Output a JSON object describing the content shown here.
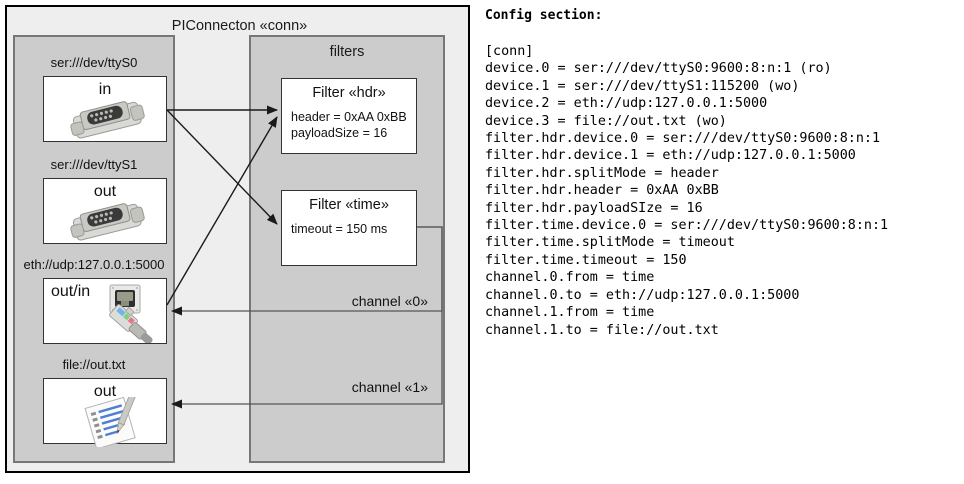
{
  "diagram": {
    "title": "PIConnecton «conn»",
    "devices_panel": {
      "devices": [
        {
          "label": "ser:///dev/ttyS0",
          "io": "in",
          "icon": "serial-port-icon"
        },
        {
          "label": "ser:///dev/ttyS1",
          "io": "out",
          "icon": "serial-port-icon"
        },
        {
          "label": "eth://udp:127.0.0.1:5000",
          "io": "out/in",
          "icon": "ethernet-plug-icon"
        },
        {
          "label": "file://out.txt",
          "io": "out",
          "icon": "text-file-pen-icon"
        }
      ]
    },
    "filters_panel": {
      "title": "filters",
      "filters": [
        {
          "title": "Filter «hdr»",
          "props": [
            "header = 0xAA 0xBB",
            "payloadSize = 16"
          ]
        },
        {
          "title": "Filter «time»",
          "props": [
            "timeout = 150 ms"
          ]
        }
      ],
      "channels": [
        {
          "label": "channel «0»"
        },
        {
          "label": "channel «1»"
        }
      ]
    }
  },
  "config": {
    "heading": "Config section:",
    "lines": "[conn]\ndevice.0 = ser:///dev/ttyS0:9600:8:n:1 (ro)\ndevice.1 = ser:///dev/ttyS1:115200 (wo)\ndevice.2 = eth://udp:127.0.0.1:5000\ndevice.3 = file://out.txt (wo)\nfilter.hdr.device.0 = ser:///dev/ttyS0:9600:8:n:1\nfilter.hdr.device.1 = eth://udp:127.0.0.1:5000\nfilter.hdr.splitMode = header\nfilter.hdr.header = 0xAA 0xBB\nfilter.hdr.payloadSIze = 16\nfilter.time.device.0 = ser:///dev/ttyS0:9600:8:n:1\nfilter.time.splitMode = timeout\nfilter.time.timeout = 150\nchannel.0.from = time\nchannel.0.to = eth://udp:127.0.0.1:5000\nchannel.1.from = time\nchannel.1.to = file://out.txt"
  },
  "colors": {
    "panel_fill": "#cccccc",
    "panel_stroke": "#777777",
    "frame_fill": "#eeeeee",
    "frame_stroke": "#000000",
    "box_fill": "#ffffff",
    "box_stroke": "#333333"
  }
}
